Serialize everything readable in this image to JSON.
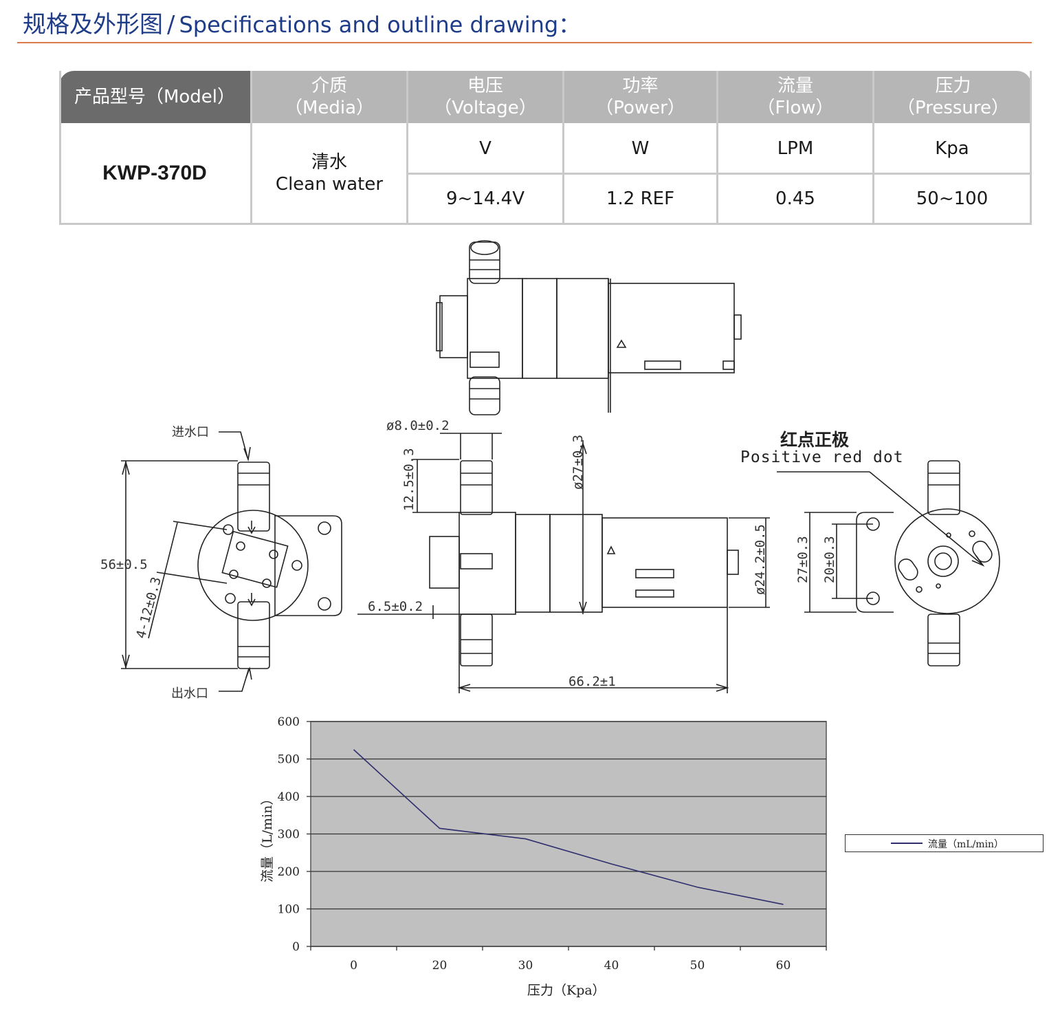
{
  "header": {
    "title_cn": "规格及外形图",
    "separator": "/",
    "title_en": "Specifications and outline drawing："
  },
  "spec_table": {
    "headers": {
      "model": "产品型号（Model）",
      "media_cn": "介质",
      "media_en": "（Media）",
      "voltage_cn": "电压",
      "voltage_en": "（Voltage）",
      "power_cn": "功率",
      "power_en": "（Power）",
      "flow_cn": "流量",
      "flow_en": "（Flow）",
      "pressure_cn": "压力",
      "pressure_en": "（Pressure）"
    },
    "model_value": "KWP-370D",
    "media_cn": "清水",
    "media_en": "Clean water",
    "units": {
      "voltage": "V",
      "power": "W",
      "flow": "LPM",
      "pressure": "Kpa"
    },
    "values": {
      "voltage": "9~14.4V",
      "power": "1.2 REF",
      "flow": "0.45",
      "pressure": "50~100"
    }
  },
  "drawing": {
    "inlet": "进水口",
    "outlet": "出水口",
    "dim_56": "56±0.5",
    "dim_holes": "4-12±0.3",
    "dim_port_dia": "ø8.0±0.2",
    "dim_12_5": "12.5±0.3",
    "dim_dia27": "ø27±0.3",
    "dim_6_5": "6.5±0.2",
    "dim_66_2": "66.2±1",
    "dim_dia24_2": "ø24.2±0.5",
    "dim_27": "27±0.3",
    "dim_20": "20±0.3",
    "positive_cn": "红点正极",
    "positive_en": "Positive red dot"
  },
  "chart_data": {
    "type": "line",
    "x": [
      0,
      20,
      30,
      40,
      50,
      60
    ],
    "series": [
      {
        "name": "流量（mL/min）",
        "values": [
          525,
          315,
          287,
          220,
          158,
          112
        ]
      }
    ],
    "xlabel": "压力（Kpa）",
    "ylabel": "流量（L/min）",
    "ylim": [
      0,
      600
    ],
    "yticks": [
      0,
      100,
      200,
      300,
      400,
      500,
      600
    ],
    "xticks": [
      "0",
      "20",
      "30",
      "40",
      "50",
      "60"
    ],
    "grid": true,
    "legend": "right",
    "colors": {
      "plot_bg": "#c0c0c0",
      "line": "#2e2e6e"
    }
  }
}
